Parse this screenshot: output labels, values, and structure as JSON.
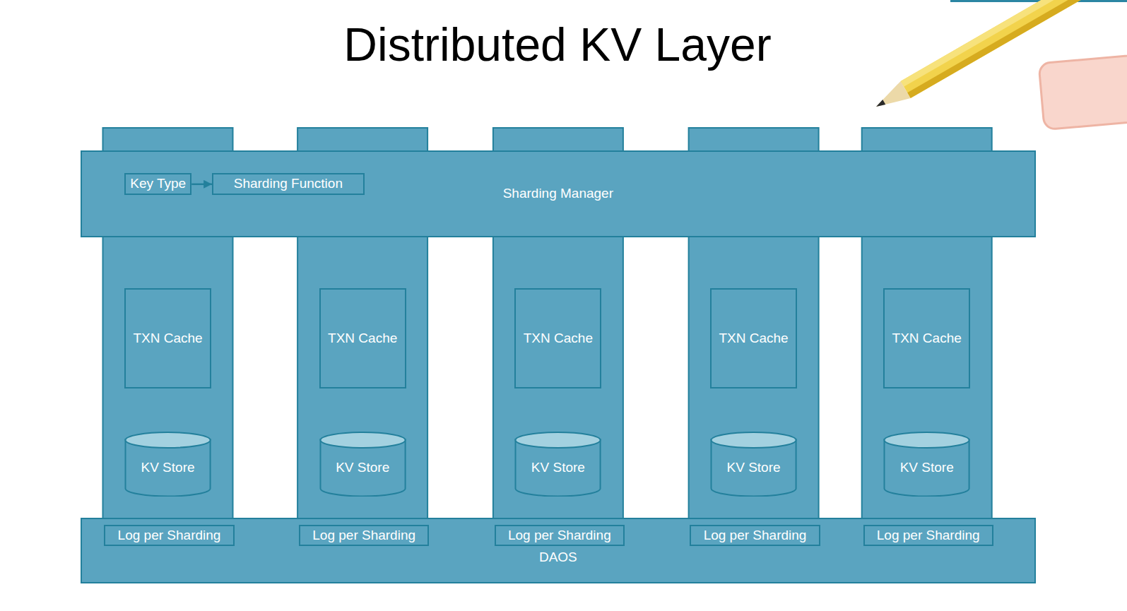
{
  "diagram": {
    "title": "Distributed KV Layer",
    "nodes": [
      {
        "text": [
          "Sharding Manager"
        ]
      },
      {
        "text": [
          "Key Type"
        ],
        "in": 0
      },
      {
        "text": [
          "Sharding Function"
        ],
        "in": 0
      },
      {
        "text": [
          "TXN Cache"
        ]
      },
      {
        "text": [
          "KV Store"
        ]
      },
      {
        "text": [
          "TXN Cache"
        ]
      },
      {
        "text": [
          "KV Store"
        ]
      },
      {
        "text": [
          "TXN Cache"
        ]
      },
      {
        "text": [
          "KV Store"
        ]
      },
      {
        "text": [
          "TXN Cache"
        ]
      },
      {
        "text": [
          "KV Store"
        ]
      },
      {
        "text": [
          "TXN Cache"
        ]
      },
      {
        "text": [
          "KV Store"
        ]
      },
      {
        "text": [
          "DAOS"
        ]
      },
      {
        "text": [
          "Log per Sharding"
        ],
        "in": 13
      },
      {
        "text": [
          "Log per Sharding"
        ],
        "in": 13
      },
      {
        "text": [
          "Log per Sharding"
        ],
        "in": 13
      },
      {
        "text": [
          "Log per Sharding"
        ],
        "in": 13
      },
      {
        "text": [
          "Log per Sharding"
        ],
        "in": 13
      }
    ],
    "edges": [
      {
        "from": 1,
        "to": 2,
        "arrow": "to"
      }
    ]
  }
}
